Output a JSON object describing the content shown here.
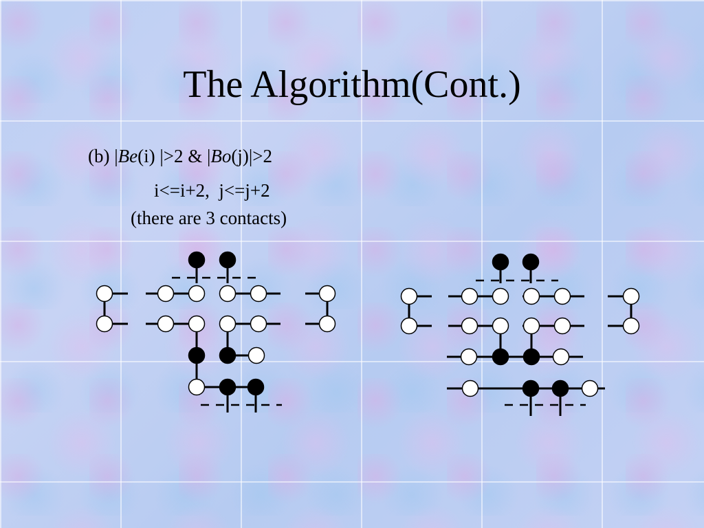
{
  "slide": {
    "title": "The Algorithm(Cont.)",
    "case_prefix": "(b) |",
    "be_symbol": "Be",
    "be_arg": "(i) |>2 & |",
    "bo_symbol": "Bo",
    "bo_arg": "(j)|>2",
    "update_rule": "i<=i+2,  j<=j+2",
    "contacts_note": "(there are 3 contacts)"
  },
  "colors": {
    "filled_node": "#000000",
    "open_node": "#ffffff",
    "stroke": "#000000"
  }
}
